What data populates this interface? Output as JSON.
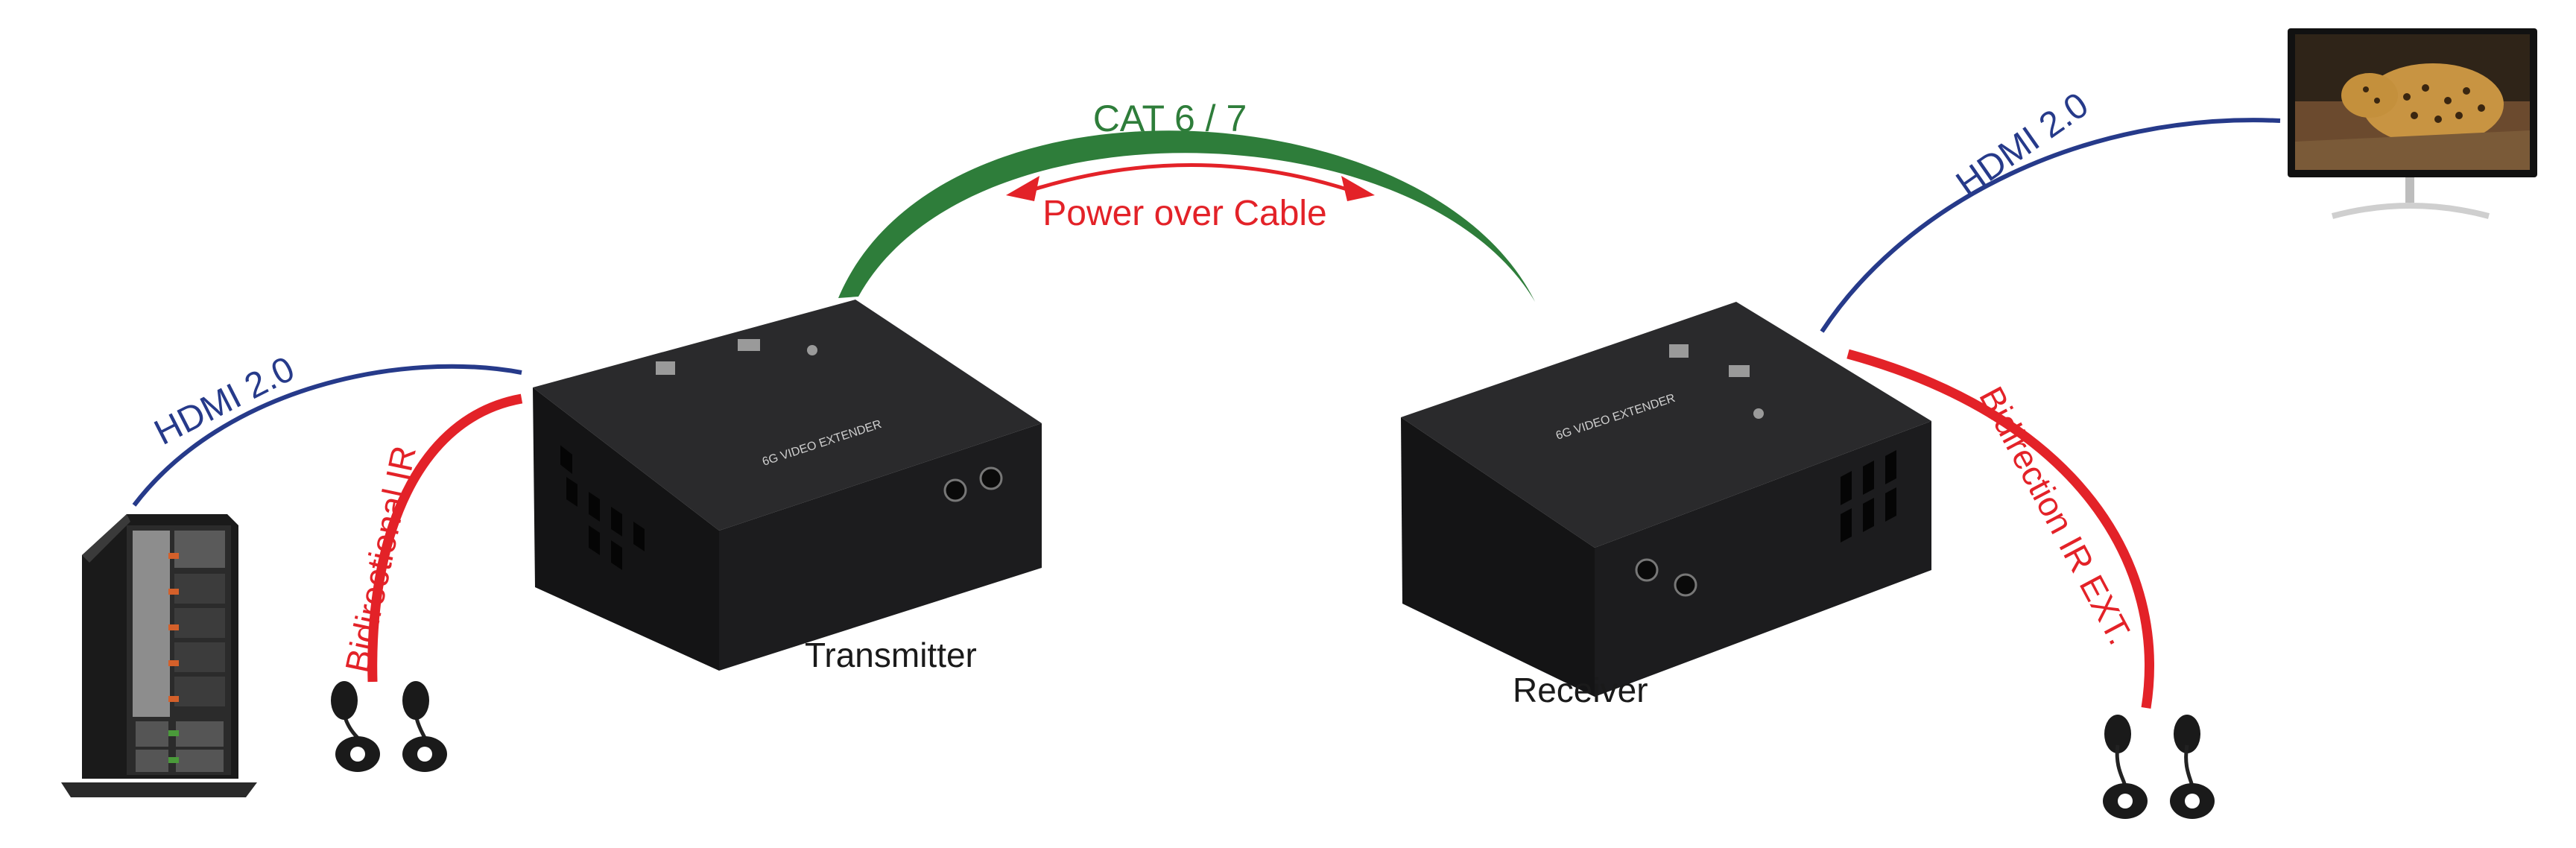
{
  "labels": {
    "cat": "CAT 6 / 7",
    "power": "Power over Cable",
    "hdmi_left": "HDMI 2.0",
    "hdmi_right": "HDMI 2.0",
    "ir_left": "Bidirectional IR",
    "ir_right": "Bidirection IR EXT.",
    "transmitter": "Transmitter",
    "receiver": "Receiver"
  },
  "device_text": {
    "model": "6G VIDEO EXTENDER"
  },
  "colors": {
    "cat_cable": "#2e7d3a",
    "power": "#e32228",
    "hdmi": "#263a8a",
    "ir": "#e32228",
    "device": "#1c1c1e"
  }
}
